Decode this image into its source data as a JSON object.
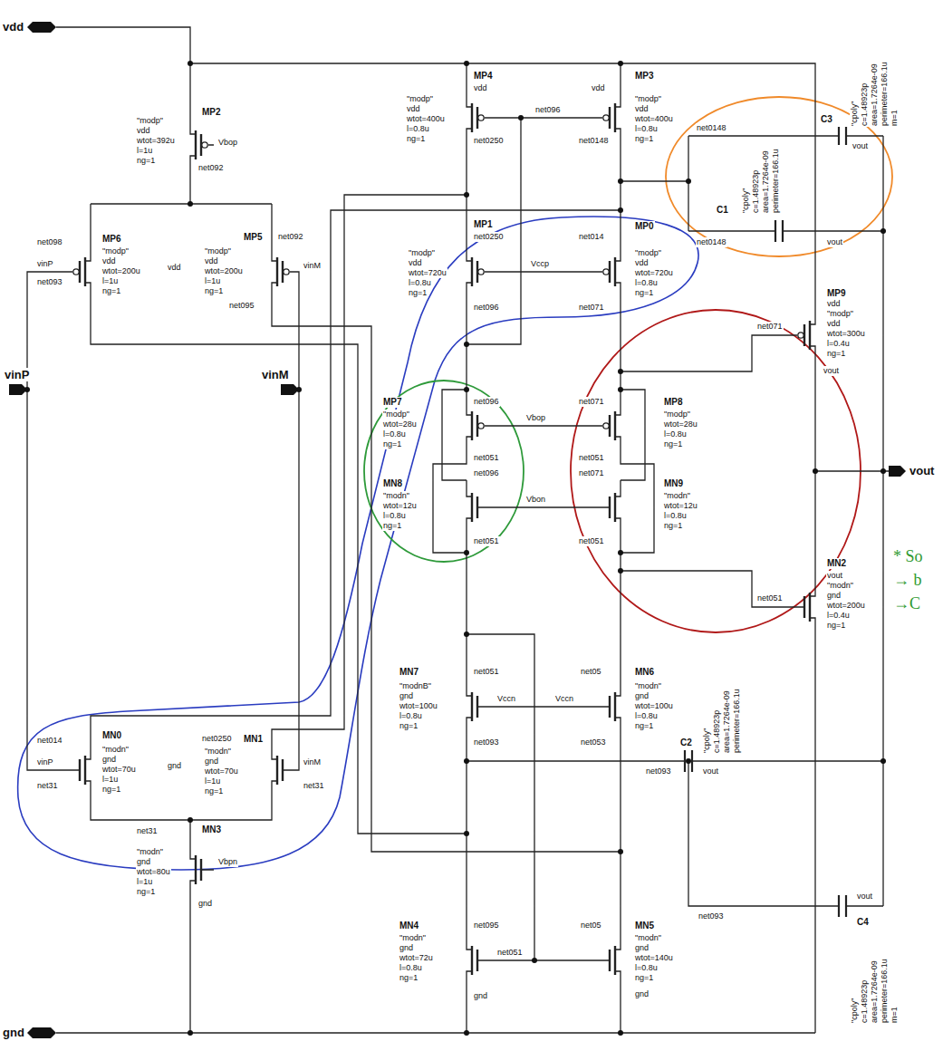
{
  "diagram": {
    "labels": [
      "vdd",
      "gnd",
      "MP2",
      "\"modp\"",
      "vdd",
      "wtot=392u",
      "l=1u",
      "ng=1",
      "Vbop",
      "net092",
      "MP6",
      "net098",
      "\"modp\"",
      "vdd",
      "wtot=200u",
      "l=1u",
      "ng=1",
      "vinP",
      "net093",
      "vdd",
      "MP5",
      "net092",
      "\"modp\"",
      "vdd",
      "wtot=200u",
      "l=1u",
      "ng=1",
      "vinM",
      "net095",
      "vinP",
      "vinM",
      "MP4",
      "vdd",
      "\"modp\"",
      "vdd",
      "wtot=400u",
      "l=0.8u",
      "ng=1",
      "net096",
      "net0250",
      "MP3",
      "vdd",
      "\"modp\"",
      "vdd",
      "wtot=400u",
      "l=0.8u",
      "ng=1",
      "net0148",
      "MP1",
      "net0250",
      "\"modp\"",
      "vdd",
      "wtot=720u",
      "l=0.8u",
      "ng=1",
      "Vccp",
      "net096",
      "MP0",
      "net014",
      "\"modp\"",
      "vdd",
      "wtot=720u",
      "l=0.8u",
      "ng=1",
      "net071",
      "C3",
      "\"cpoly\"",
      "c=1.48923p",
      "area=1.7264e-09",
      "perimeter=166.1u",
      "m=1",
      "net0148",
      "vout",
      "C1",
      "\"cpoly\"",
      "c=1.48923p",
      "area=1.7264e-09",
      "perimeter=166.1u",
      "net0148",
      "vout",
      "MP9",
      "vdd",
      "\"modp\"",
      "vdd",
      "wtot=300u",
      "l=0.4u",
      "ng=1",
      "net071",
      "vout",
      "MP7",
      "\"modp\"",
      "wtot=28u",
      "l=0.8u",
      "ng=1",
      "net096",
      "net051",
      "Vbop",
      "MN8",
      "\"modn\"",
      "wtot=12u",
      "l=0.8u",
      "ng=1",
      "net096",
      "net051",
      "Vbon",
      "MP8",
      "\"modp\"",
      "wtot=28u",
      "l=0.8u",
      "ng=1",
      "net071",
      "net051",
      "MN9",
      "\"modn\"",
      "wtot=12u",
      "l=0.8u",
      "ng=1",
      "net071",
      "net051",
      "vout",
      "* So",
      "→ b",
      "→C",
      "MN2",
      "vout",
      "\"modn\"",
      "gnd",
      "wtot=200u",
      "l=0.4u",
      "ng=1",
      "net051",
      "MN7",
      "\"modnB\"",
      "gnd",
      "wtot=100u",
      "l=0.8u",
      "ng=1",
      "net051",
      "Vccn",
      "Vccn",
      "net093",
      "MN6",
      "\"modn\"",
      "gnd",
      "wtot=100u",
      "l=0.8u",
      "ng=1",
      "net05",
      "net053",
      "MN0",
      "net014",
      "\"modn\"",
      "gnd",
      "wtot=70u",
      "l=1u",
      "ng=1",
      "vinP",
      "net31",
      "gnd",
      "MN1",
      "net0250",
      "\"modn\"",
      "gnd",
      "wtot=70u",
      "l=1u",
      "ng=1",
      "vinM",
      "net31",
      "MN3",
      "net31",
      "\"modn\"",
      "gnd",
      "wtot=80u",
      "l=1u",
      "ng=1",
      "Vbpn",
      "gnd",
      "C2",
      "\"cpoly\"",
      "c=1.48923p",
      "area=1.7264e-09",
      "perimeter=166.1u",
      "net093",
      "vout",
      "C4",
      "\"cpoly\"",
      "c=1.48923p",
      "area=1.7264e-09",
      "perimeter=166.1u",
      "m=1",
      "net093",
      "vout",
      "MN4",
      "\"modn\"",
      "gnd",
      "wtot=72u",
      "l=0.8u",
      "ng=1",
      "net095",
      "net051",
      "gnd",
      "MN5",
      "\"modn\"",
      "gnd",
      "wtot=140u",
      "l=0.8u",
      "ng=1",
      "net05",
      "gnd"
    ]
  }
}
